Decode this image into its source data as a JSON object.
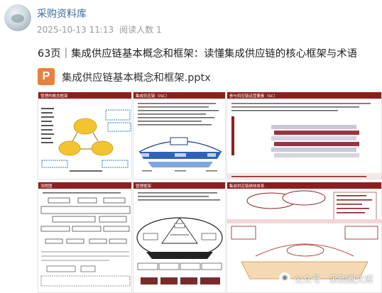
{
  "post": {
    "author": "采购资料库",
    "date": "2025-10-13 11:13",
    "readers_label": "阅读人数",
    "readers_count": "1",
    "title": "63页｜集成供应链基本概念和框架：读懂集成供应链的核心框架与术语"
  },
  "attachment": {
    "icon": "P",
    "file_name": "集成供应链基本概念和框架.pptx"
  },
  "slides": [
    {
      "title": "管理的概念框架"
    },
    {
      "title": "集成供应链（ISC）"
    },
    {
      "title": "参与供应链运营要素（SC）"
    },
    {
      "title": "流程图"
    },
    {
      "title": "管理框架"
    },
    {
      "title": "集成供应链绩效体系"
    }
  ],
  "watermark": {
    "text": "公众号 · 采购圈文库"
  },
  "colors": {
    "slide_bar": "#8e1f1f",
    "author_blue": "#3d6b9b",
    "file_orange": "#e8813d"
  }
}
